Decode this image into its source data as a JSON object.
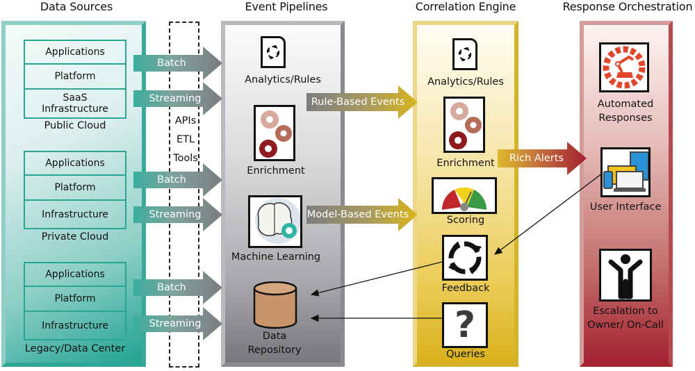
{
  "columns": {
    "sources": {
      "title": "Data Sources"
    },
    "pipelines": {
      "title": "Event Pipelines"
    },
    "correlation": {
      "title": "Correlation Engine"
    },
    "response": {
      "title": "Response Orchestration"
    }
  },
  "sources": {
    "groups": [
      {
        "label": "Public Cloud",
        "layers": [
          "Applications",
          "Platform",
          "SaaS Infrastructure"
        ]
      },
      {
        "label": "Private Cloud",
        "layers": [
          "Applications",
          "Platform",
          "Infrastructure"
        ]
      },
      {
        "label": "Legacy/Data Center",
        "layers": [
          "Applications",
          "Platform",
          "Infrastructure"
        ]
      }
    ]
  },
  "ingest": {
    "tools": [
      "APIs",
      "ETL",
      "Tools"
    ],
    "arrows": [
      "Batch",
      "Streaming",
      "Batch",
      "Streaming",
      "Batch",
      "Streaming"
    ]
  },
  "pipelines": {
    "items": [
      {
        "label": "Analytics/Rules",
        "icon": "document-cycle-icon"
      },
      {
        "label": "Enrichment",
        "icon": "gears-icon"
      },
      {
        "label": "Machine Learning",
        "icon": "brain-gear-icon"
      },
      {
        "label": "Data Repository",
        "icon": "database-icon"
      }
    ]
  },
  "flows": {
    "rule_based": "Rule-Based Events",
    "model_based": "Model-Based Events",
    "rich_alerts": "Rich Alerts"
  },
  "correlation": {
    "items": [
      {
        "label": "Analytics/Rules",
        "icon": "document-cycle-icon"
      },
      {
        "label": "Enrichment",
        "icon": "gears-icon"
      },
      {
        "label": "Scoring",
        "icon": "gauge-icon"
      },
      {
        "label": "Feedback",
        "icon": "cycle-arrows-icon"
      },
      {
        "label": "Queries",
        "icon": "question-icon"
      }
    ]
  },
  "response": {
    "items": [
      {
        "label": "Automated Responses",
        "icon": "robot-gear-icon"
      },
      {
        "label": "User Interface",
        "icon": "devices-icon"
      },
      {
        "label": "Escalation to Owner/ On-Call",
        "icon": "person-icon"
      }
    ]
  },
  "colors": {
    "teal": "#29a593",
    "grey": "#8a8b8e",
    "gold": "#d9b21c",
    "crimson": "#a32231"
  }
}
